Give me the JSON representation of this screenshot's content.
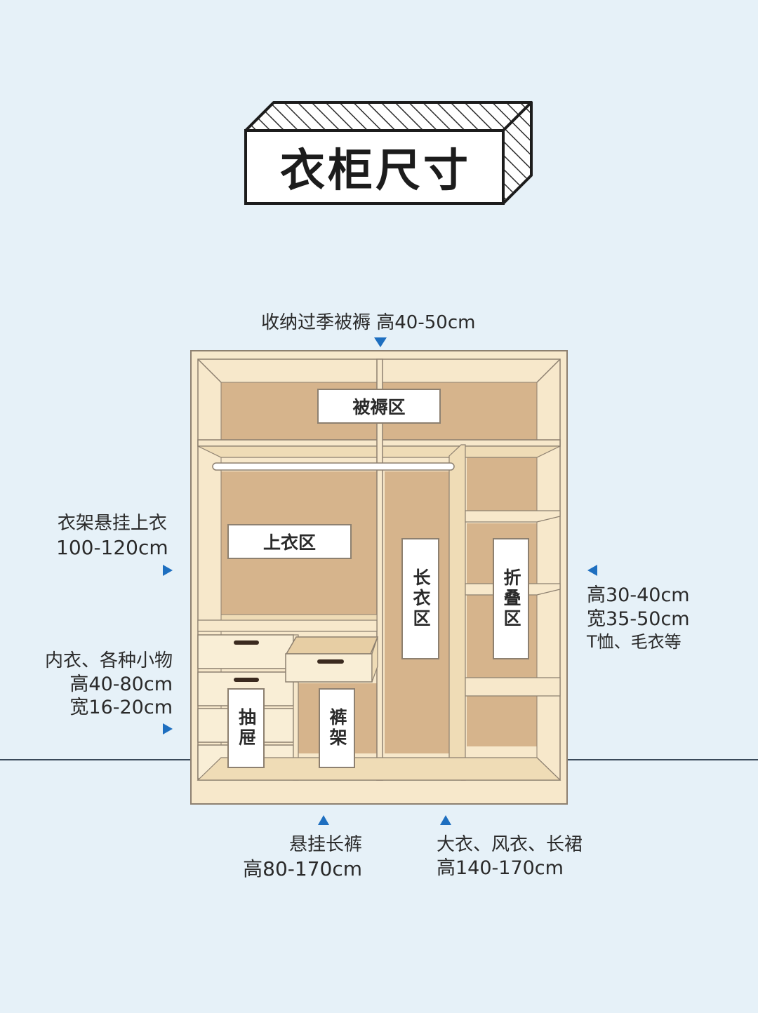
{
  "title": "衣柜尺寸",
  "zones": {
    "quilt": "被褥区",
    "tops": "上衣区",
    "long": "长衣区",
    "fold": "折叠区",
    "drawer": "抽屉",
    "pants_rack": "裤架"
  },
  "notes": {
    "top": "收纳过季被褥 高40-50cm",
    "left_hanging": [
      "衣架悬挂上衣",
      "100-120cm"
    ],
    "left_drawer": [
      "内衣、各种小物",
      "高40-80cm",
      "宽16-20cm"
    ],
    "right_fold": [
      "高30-40cm",
      "宽35-50cm",
      "T恤、毛衣等"
    ],
    "bottom_pants": [
      "悬挂长裤",
      "高80-170cm"
    ],
    "bottom_coats": [
      "大衣、风衣、长裙",
      "高140-170cm"
    ]
  },
  "colors": {
    "background": "#e6f1f8",
    "cabinet_frame": "#f7e8cb",
    "cabinet_back": "#d6b48c",
    "outline": "#8d8070",
    "arrow": "#1e6fc0"
  }
}
